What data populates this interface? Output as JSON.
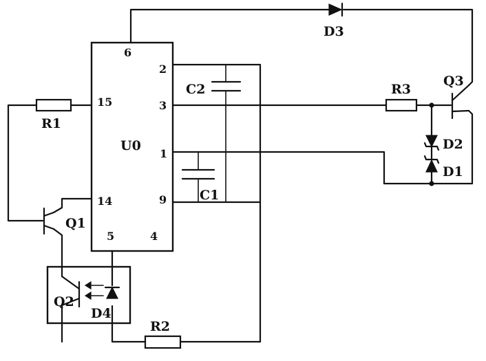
{
  "ic": {
    "name": "U0",
    "pins": {
      "p6": "6",
      "p2": "2",
      "p3": "3",
      "p1": "1",
      "p9": "9",
      "p15": "15",
      "p14": "14",
      "p5": "5",
      "p4": "4"
    }
  },
  "components": {
    "r1": "R1",
    "r2": "R2",
    "r3": "R3",
    "c1": "C1",
    "c2": "C2",
    "q1": "Q1",
    "q2": "Q2",
    "q3": "Q3",
    "d1": "D1",
    "d2": "D2",
    "d3": "D3",
    "d4": "D4"
  }
}
